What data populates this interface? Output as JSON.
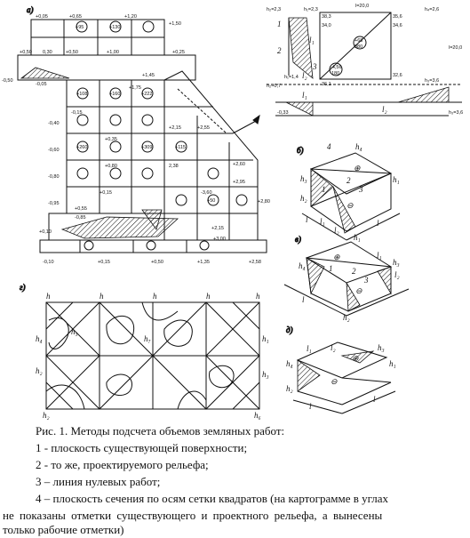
{
  "figure": {
    "panel_labels": [
      "а)",
      "б)",
      "в)",
      "г)",
      "д)"
    ],
    "panel_a": {
      "top_values": [
        "+0,05",
        "+0,65",
        "+1,20",
        "+1,50"
      ],
      "edge_values": [
        "+0,50",
        "0,30",
        "+0,50",
        "+1,00",
        "+0,25"
      ],
      "left_values": [
        "-0,50",
        "-0,05",
        "-0,40",
        "-0,60",
        "-0,80",
        "-0,95"
      ],
      "right_values": [
        "+2,15",
        "+2,55",
        "+2,60",
        "+2,95",
        "+2,80",
        "+2,58"
      ],
      "inner_values": [
        "+1,75",
        "-0,15",
        "+0,35",
        "+0,80",
        "+1,45",
        "2,38",
        "-3,60",
        "+0,15",
        "-0,85",
        "+0,55",
        "+0,10",
        "+2,15",
        "+3,00"
      ],
      "bottom_values": [
        "-0,10",
        "+0,15",
        "+0,50",
        "+1,35"
      ],
      "cell_marks": [
        "+108",
        "+160",
        "+222",
        "+260",
        "+309",
        "+95",
        "+130",
        "+115",
        "+50"
      ]
    },
    "panel_detail": {
      "h_labels": [
        "h₂=2,3",
        "h₁=2,3",
        "h₄=2,6",
        "h₃=3,6",
        "h₂=0,7",
        "h₁=1,4",
        "h₃=3,6"
      ],
      "dimensions": [
        "l=20,0",
        "l=20,0",
        "35,6",
        "38,3",
        "34,0",
        "36,1",
        "32,6",
        "34,6"
      ],
      "lengths": [
        "l₁",
        "l₂",
        "l₁",
        "l₂"
      ],
      "balance": [
        "+68",
        "380",
        "-4,56",
        "180",
        "-0,33"
      ],
      "side_marks": [
        "1",
        "2",
        "3"
      ]
    },
    "panel_b": {
      "labels": [
        "4",
        "h₄",
        "h₃",
        "h₁",
        "h₂",
        "1",
        "2",
        "3",
        "l₁",
        "l₂",
        "l",
        "l"
      ],
      "signs": [
        "⊕",
        "⊖"
      ]
    },
    "panel_v": {
      "labels": [
        "h₁",
        "h₃",
        "h₄",
        "h₂",
        "1",
        "2",
        "3",
        "l₁",
        "l₂",
        "l"
      ],
      "signs": [
        "⊕",
        "⊖"
      ]
    },
    "panel_g": {
      "labels": [
        "h",
        "h",
        "h",
        "h",
        "h",
        "h₄",
        "h₂",
        "h₁",
        "h₃",
        "h₂",
        "h₆",
        "h₇",
        "h₅"
      ]
    },
    "panel_d": {
      "labels": [
        "h₄",
        "h₂",
        "h₁",
        "h₃",
        "l₁",
        "l₂",
        "l",
        "l"
      ],
      "signs": [
        "⊕",
        "⊖"
      ]
    }
  },
  "caption": {
    "title": "Рис. 1. Методы подсчета объемов земляных работ:",
    "item1": "1 - плоскость  существующей поверхности;",
    "item2": "2 - то же, проектируемого рельефа;",
    "item3": "3 – линия нулевых работ;",
    "item4": "4 – плоскость сечения по осям сетки квадратов (на картограмме в углах",
    "item4_cont": "не показаны отметки существующего и проектного рельефа, а вынесены",
    "item4_cont2": "только рабочие отметки)"
  },
  "colors": {
    "ink": "#111111",
    "paper": "#ffffff"
  }
}
